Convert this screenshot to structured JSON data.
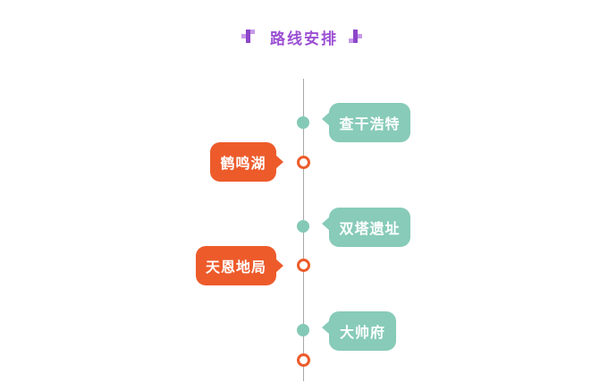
{
  "header": {
    "title": "路线安排"
  },
  "colors": {
    "accent": "#9b4fd3",
    "teal": "#87cbb8",
    "orange": "#ed5b2b",
    "line": "#a8a8a8"
  },
  "icons": {
    "left": "pixel-decoration-icon",
    "right": "pixel-decoration-icon"
  },
  "stops": [
    {
      "label": "查干浩特",
      "side": "right"
    },
    {
      "label": "鹤鸣湖",
      "side": "left"
    },
    {
      "label": "双塔遗址",
      "side": "right"
    },
    {
      "label": "天恩地局",
      "side": "left"
    },
    {
      "label": "大帅府",
      "side": "right"
    }
  ]
}
